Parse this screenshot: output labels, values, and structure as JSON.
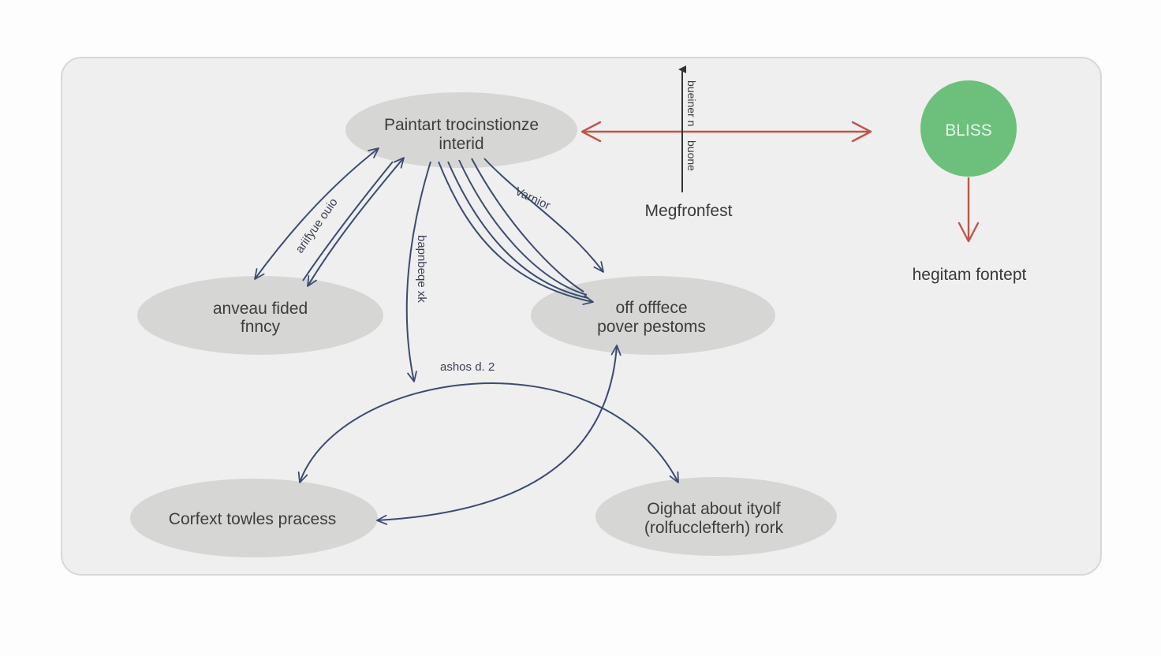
{
  "nodes": {
    "top": {
      "line1": "Paintart trocinstionze",
      "line2": "interid"
    },
    "left": {
      "line1": "anveau fided",
      "line2": "fnncy"
    },
    "right": {
      "line1": "off offfece",
      "line2": "pover pestoms"
    },
    "bottom_left": {
      "line1": "Corfext towles pracess"
    },
    "bottom_right": {
      "line1": "Oighat about ityolf",
      "line2": "(rolfucclefterh) rork"
    },
    "bliss": {
      "label": "BLISS"
    }
  },
  "labels": {
    "megfronfest": "Megfronfest",
    "hegitam": "hegitam fontept",
    "vertical_a": "bueiner n",
    "vertical_b": "buone",
    "edge_left": "ariifyue ouio",
    "edge_middle": "bapnbeqe xk",
    "edge_right": "Varnior",
    "edge_arc": "ashos d. 2"
  },
  "colors": {
    "panel": "#eeefee",
    "node_fill": "#d6d7d5",
    "edge_blue": "#3b4b72",
    "edge_red": "#c0554a",
    "bliss_green": "#6cc07c",
    "bliss_text": "#e9f7ec"
  }
}
